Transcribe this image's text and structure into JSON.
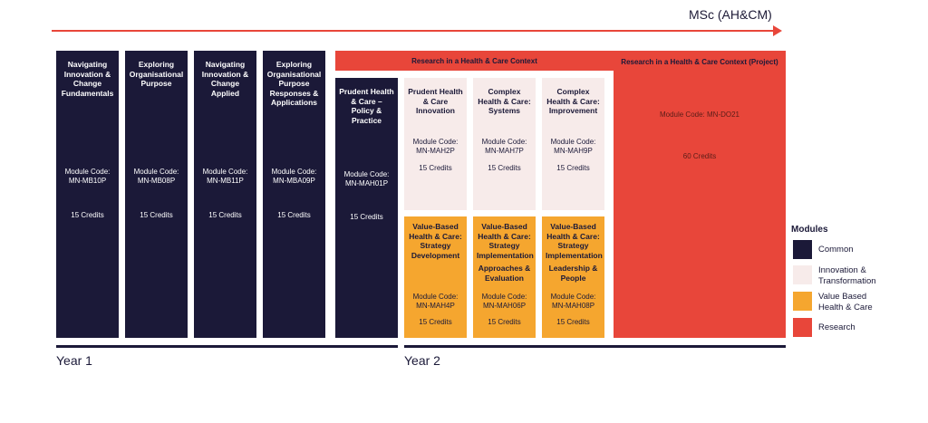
{
  "header": {
    "program": "MSc (AH&CM)"
  },
  "year1_modules": [
    {
      "title": "Navigating Innovation & Change Fundamentals",
      "code": "Module Code: MN-MB10P",
      "credits": "15 Credits"
    },
    {
      "title": "Exploring Organisational Purpose",
      "code": "Module Code: MN-MB08P",
      "credits": "15 Credits"
    },
    {
      "title": "Navigating Innovation & Change Applied",
      "code": "Module Code: MN-MB11P",
      "credits": "15 Credits"
    },
    {
      "title": "Exploring Organisational Purpose Responses & Applications",
      "code": "Module Code: MN-MBA09P",
      "credits": "15 Credits"
    }
  ],
  "year2": {
    "common_module": {
      "title": "Prudent Health & Care – Policy & Practice",
      "code": "Module Code: MN-MAH01P",
      "credits": "15 Credits"
    },
    "research_band_label": "Research in  a Health & Care Context",
    "research_project": {
      "title": "Research in a Health & Care Context (Project)",
      "code": "Module Code: MN-DO21",
      "credits": "60 Credits"
    },
    "innovation_modules": [
      {
        "title": "Prudent Health & Care Innovation",
        "code": "Module Code: MN-MAH2P",
        "credits": "15 Credits"
      },
      {
        "title": "Complex Health & Care: Systems",
        "code": "Module Code: MN-MAH7P",
        "credits": "15 Credits"
      },
      {
        "title": "Complex Health & Care: Improvement",
        "code": "Module Code: MN-MAH9P",
        "credits": "15 Credits"
      }
    ],
    "value_modules": [
      {
        "title": "Value-Based Health & Care: Strategy Development",
        "subtitle": "",
        "code": "Module Code: MN-MAH4P",
        "credits": "15 Credits"
      },
      {
        "title": "Value-Based Health & Care: Strategy Implementation",
        "subtitle": "Approaches & Evaluation",
        "code": "Module Code: MN-MAH06P",
        "credits": "15 Credits"
      },
      {
        "title": "Value-Based Health & Care: Strategy Implementation",
        "subtitle": "Leadership & People",
        "code": "Module Code: MN-MAH08P",
        "credits": "15 Credits"
      }
    ]
  },
  "years": {
    "year1": "Year 1",
    "year2": "Year 2"
  },
  "legend": {
    "title": "Modules",
    "items": [
      {
        "label": "Common",
        "color": "#1b1938"
      },
      {
        "label": "Innovation & Transformation",
        "color": "#f7ebea"
      },
      {
        "label": "Value Based Health & Care",
        "color": "#f5a62f"
      },
      {
        "label": "Research",
        "color": "#e8463a"
      }
    ]
  }
}
